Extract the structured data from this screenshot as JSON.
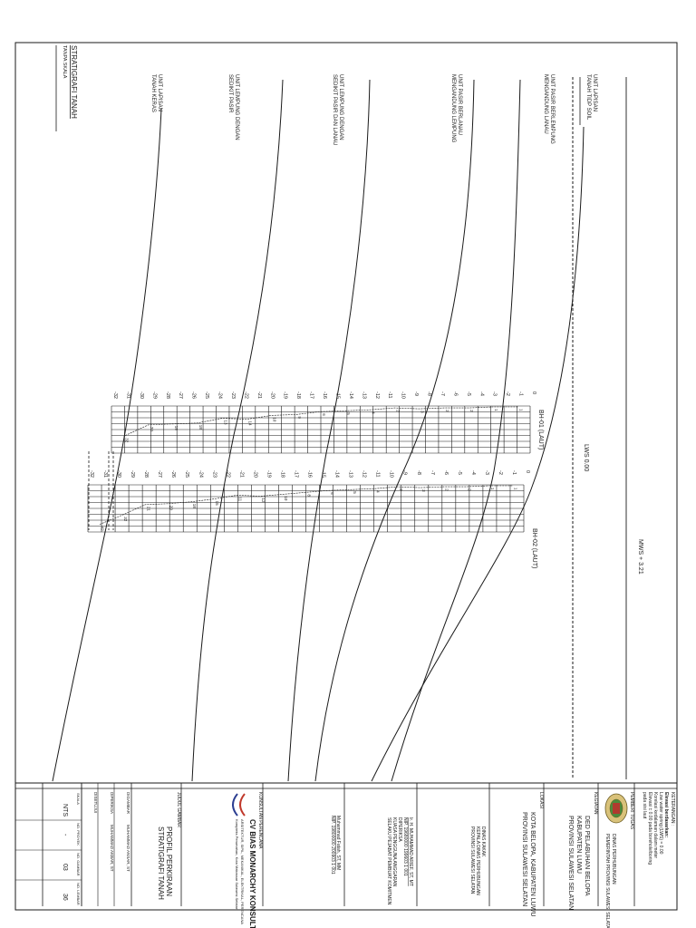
{
  "drawing": {
    "title": "STRATIGRAFI TANAH",
    "title_sub": "TANPA SKALA",
    "mws_label": "MWS + 3.21",
    "lws_label": "LWS 0.00",
    "borehole_1": "BH-01 (LAUT)",
    "borehole_2": "BH-02 (LAUT)",
    "depth_labels": [
      "0",
      "-1",
      "-2",
      "-3",
      "-4",
      "-5",
      "-6",
      "-7",
      "-8",
      "-9",
      "-10",
      "-11",
      "-12",
      "-13",
      "-14",
      "-15",
      "-16",
      "-17",
      "-18",
      "-19",
      "-20",
      "-21",
      "-22",
      "-23",
      "-24",
      "-25",
      "-26",
      "-27",
      "-28",
      "-29",
      "-30",
      "-31",
      "-32"
    ],
    "spt_bh01": [
      "1",
      "1",
      "2",
      "2",
      "3",
      "2",
      "4",
      "5",
      "6",
      "9",
      "10",
      "14",
      "13",
      "18",
      "19",
      "20",
      "32"
    ],
    "spt_bh02": [
      "1",
      "1",
      "2",
      "2",
      "3",
      "2",
      "4",
      "5",
      "6",
      "8",
      "10",
      "12",
      "11",
      "15",
      "18",
      "20",
      "21",
      "32",
      "42"
    ],
    "layers": [
      {
        "line1": "UNIT LAPISAN",
        "line2": "TANAH TIDP SOIL"
      },
      {
        "line1": "UNIT PASIR BERLEMPUNG",
        "line2": "MENGANDUNG LANAU"
      },
      {
        "line1": "UNIT PASIR BERLANAU",
        "line2": "MENGANDUNG LEMPUNG"
      },
      {
        "line1": "UNIT LEMPUNG DENGAN",
        "line2": "SEDIKIT PASIR DAN LANAU"
      },
      {
        "line1": "UNIT LEMPUNG DENGAN",
        "line2": "SEDIKIT PASIR"
      },
      {
        "line1": "UNIT LAPISAN",
        "line2": "TANAH KERAS"
      }
    ]
  },
  "title_block": {
    "keterangan_head": "KETERANGAN :",
    "keterangan_lines": [
      "Elevasi berdasarkan:",
      "Low water spring (LWS) = 0.00",
      "Korelasi kedalaman dalam meter",
      "Elevasi ± 0.00 pada borehole/boring",
      "pada sisi laut"
    ],
    "pemberi_tugas_head": "PEMBERI TUGAS",
    "pemberi_tugas_lines": [
      "DINAS PERHUBUNGAN",
      "PEMERINTAH PROVINSI SULAWESI SELATAN"
    ],
    "kegiatan_head": "KEGIATAN",
    "kegiatan_lines": [
      "DED PELABUHAN BELOPA",
      "KABUPATEN LUWU",
      "PROVINSI SULAWESI SELATAN"
    ],
    "lokasi_head": "LOKASI",
    "lokasi_lines": [
      "KOTA BELOPA, KABUPATEN LUWU",
      "PROVINSI SULAWESI SELATAN"
    ],
    "approval_1_lines": [
      "DINAS KAKAK",
      "KEPALA DINAS PERHUBUNGAN",
      "PROVINSI SULAWESI SELATAN"
    ],
    "approval_2_lines": [
      "Ir. H. MUHAMMAD ARIEF, ST, MT",
      "NIP. 19680000 199603 1 001",
      "DIPERIKSA",
      "KUASA PENGGUNA ANGGARAN",
      "SELAKU PEJABAT PEMBUAT KOMITMEN"
    ],
    "approval_3_lines": [
      "Muhammad Fatah, ST, MM",
      "NIP. 19800000 200903 1 001"
    ],
    "konsultan_head": "KONSULTAN PERENCANA",
    "company_name": "CV BIAS MONARCHY KONSULTAN",
    "company_sub_lines": [
      "ARSITEKTUR, SIPIL, MEKANIKAL, ELEKTRIKAL, PERENCANA",
      "Kompleks Perumahan, Kota Makassar Sulawesi Selatan"
    ],
    "judul_head": "JUDUL GAMBAR",
    "judul_lines": [
      "PROFIL PERKIRAAN",
      "STRATIGRAFI TANAH"
    ],
    "staff_rows": [
      {
        "role": "DIGAMBAR",
        "name": "MUHAMMAD ANSAR, ST"
      },
      {
        "role": "DIPERIKSA",
        "name": "MUHAMMAD AKBAR, ST"
      },
      {
        "role": "DISETUJUI",
        "name": ""
      }
    ],
    "footer_heads": [
      "SKALA",
      "NO. PROYEK",
      "NO. GAMBAR",
      "NO. LEMBAR"
    ],
    "footer_values": [
      "NTS",
      "-",
      "03",
      "36"
    ]
  }
}
